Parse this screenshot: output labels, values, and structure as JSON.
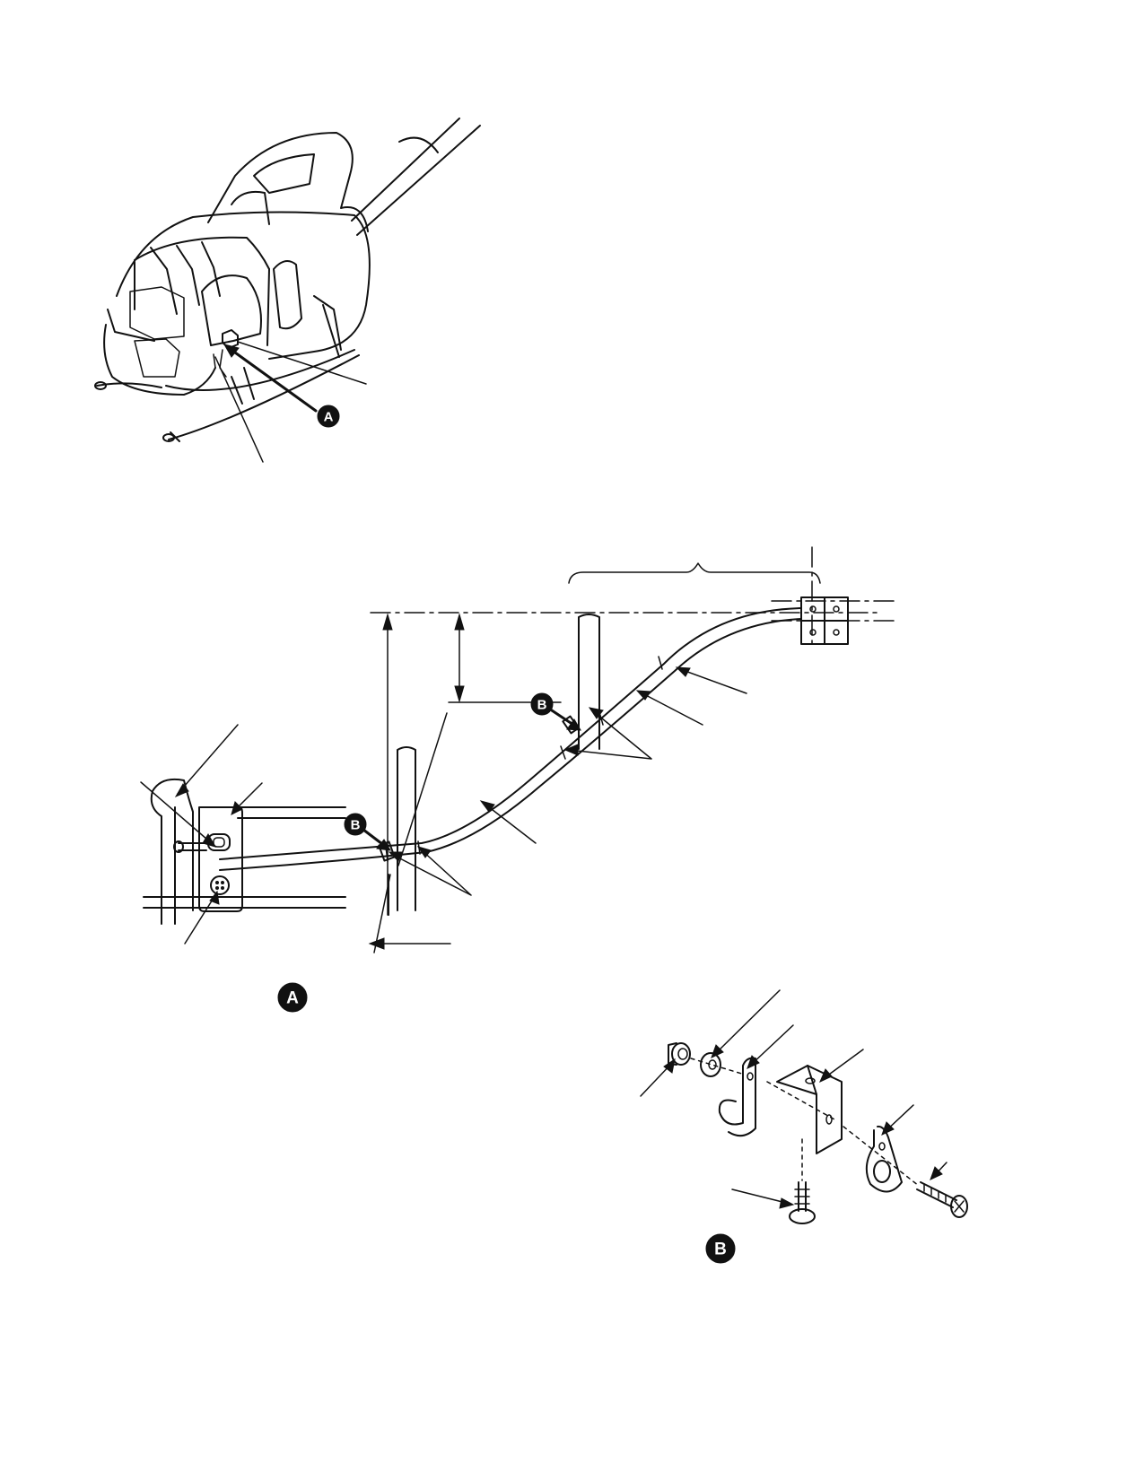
{
  "figure": {
    "callouts": {
      "a_main": "A",
      "b_upper": "B",
      "b_lower": "B",
      "detail_a": "A",
      "detail_b": "B"
    }
  }
}
